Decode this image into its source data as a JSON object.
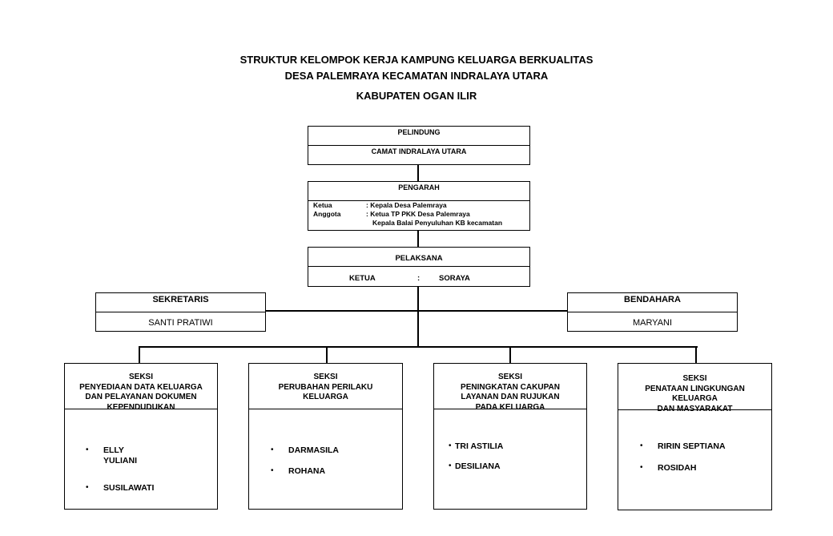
{
  "title": {
    "line1": "STRUKTUR KELOMPOK KERJA KAMPUNG KELUARGA BERKUALITAS",
    "line2": "DESA PALEMRAYA KECAMATAN INDRALAYA UTARA",
    "line3": "KABUPATEN OGAN ILIR"
  },
  "pelindung": {
    "heading": "PELINDUNG",
    "name": "CAMAT INDRALAYA UTARA"
  },
  "pengarah": {
    "heading": "PENGARAH",
    "ketua_label": "Ketua",
    "ketua_value": ": Kepala Desa Palemraya",
    "anggota_label": "Anggota",
    "anggota_value1": ": Ketua TP PKK Desa Palemraya",
    "anggota_value2": "Kepala Balai Penyuluhan KB kecamatan"
  },
  "pelaksana": {
    "heading": "PELAKSANA",
    "ketua_label": "KETUA",
    "colon": ":",
    "ketua_name": "SORAYA"
  },
  "sekretaris": {
    "heading": "SEKRETARIS",
    "name": "SANTI PRATIWI"
  },
  "bendahara": {
    "heading": "BENDAHARA",
    "name": "MARYANI"
  },
  "sections": [
    {
      "head_lines": [
        "SEKSI",
        "PENYEDIAAN DATA KELUARGA",
        "DAN PELAYANAN DOKUMEN",
        "KEPENDUDUKAN"
      ],
      "members": [
        "ELLY",
        "YULIANI",
        "SUSILAWATI"
      ]
    },
    {
      "head_lines": [
        "SEKSI",
        "PERUBAHAN PERILAKU",
        "KELUARGA"
      ],
      "members": [
        "DARMASILA",
        "ROHANA"
      ]
    },
    {
      "head_lines": [
        "SEKSI",
        "PENINGKATAN CAKUPAN",
        "LAYANAN DAN RUJUKAN",
        "PADA KELUARGA"
      ],
      "members": [
        "TRI ASTILIA",
        "DESILIANA"
      ]
    },
    {
      "head_lines": [
        "SEKSI",
        "PENATAAN LINGKUNGAN",
        "KELUARGA",
        "DAN MASYARAKAT"
      ],
      "members": [
        "RIRIN SEPTIANA",
        "ROSIDAH"
      ]
    }
  ],
  "bullet_symbol": "•"
}
